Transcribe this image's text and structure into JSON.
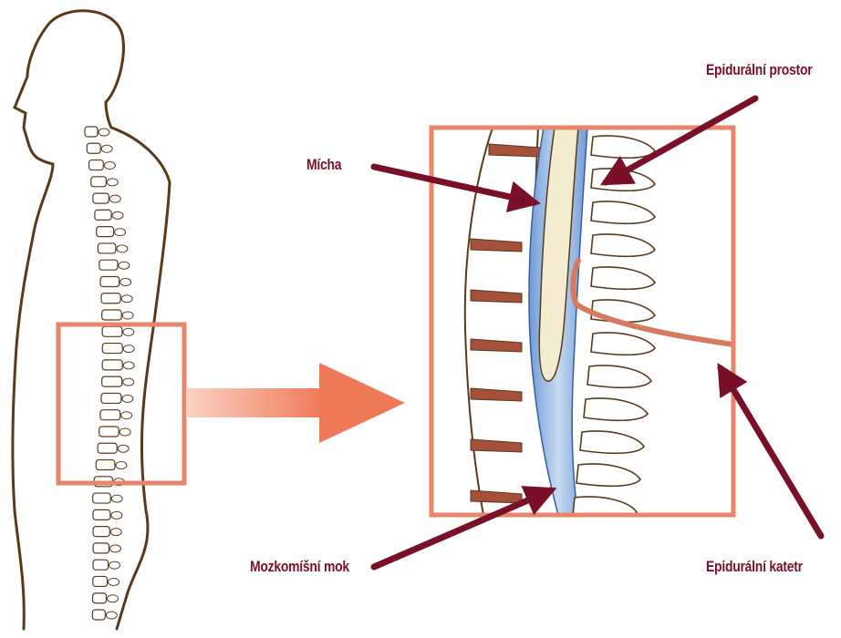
{
  "labels": {
    "spinal_cord": "Mícha",
    "epidural_space": "Epidurální prostor",
    "csf": "Mozkomíšní mok",
    "epidural_catheter": "Epidurální katetr"
  },
  "colors": {
    "outline": "#5a3a1a",
    "frame": "#e8866a",
    "arrow_big": "#ef8a6c",
    "pointer": "#7a1028",
    "disc": "#a4503a",
    "csf": "#8fb3e0",
    "cord": "#f3ecd0",
    "catheter": "#d77a60"
  }
}
